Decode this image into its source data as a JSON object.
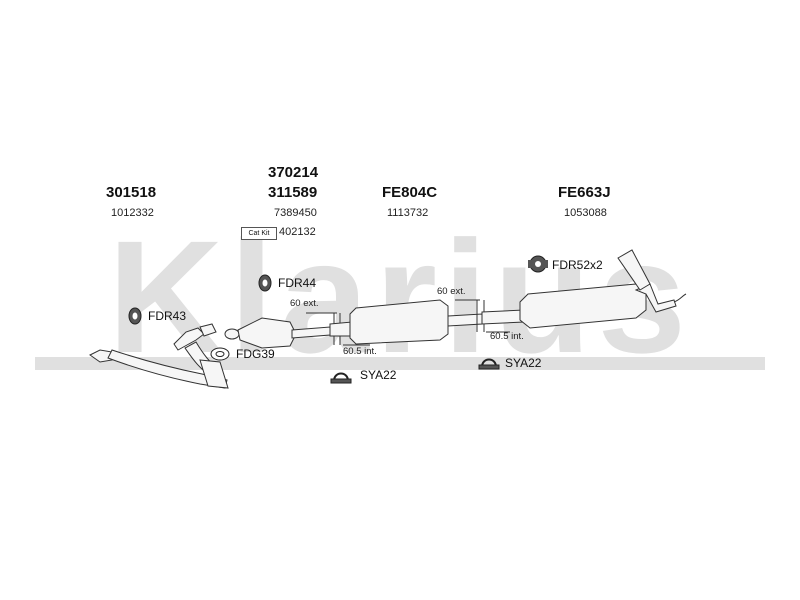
{
  "watermark": "Klarius",
  "columns": [
    {
      "main": "301518",
      "sub": "1012332"
    },
    {
      "top": "370214",
      "main": "311589",
      "sub": "7389450"
    },
    {
      "main": "FE804C",
      "sub": "1113732"
    },
    {
      "main": "FE663J",
      "sub": "1053088"
    }
  ],
  "cat_kit": {
    "label": "Cat Kit",
    "number": "402132"
  },
  "parts": {
    "fdr43": "FDR43",
    "fdr44": "FDR44",
    "fdg39": "FDG39",
    "fdr52": "FDR52x2",
    "sya22_a": "SYA22",
    "sya22_b": "SYA22"
  },
  "dims": {
    "ext1": "60 ext.",
    "int1": "60.5 int.",
    "ext2": "60 ext.",
    "int2": "60.5 int."
  },
  "colors": {
    "watermark": "#d9d9d9",
    "line": "#333333",
    "fill": "#f4f4f4"
  }
}
